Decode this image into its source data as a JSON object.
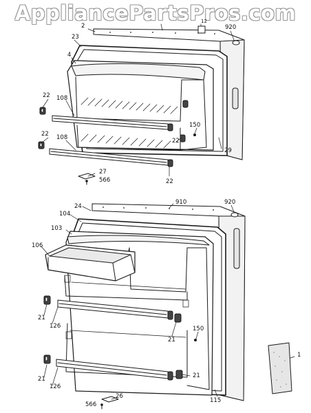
{
  "watermark": "AppliancePartsPros.com",
  "callouts": {
    "top": [
      "2",
      "920",
      "12",
      "23",
      "4",
      "22",
      "108",
      "22",
      "108",
      "150",
      "22",
      "29",
      "27",
      "566",
      "22"
    ],
    "bottom": [
      "910",
      "920",
      "24",
      "104",
      "103",
      "106",
      "21",
      "126",
      "150",
      "21",
      "21",
      "126",
      "21",
      "1",
      "115",
      "26",
      "566"
    ]
  },
  "colors": {
    "line": "#1a1a1a",
    "fill": "#ffffff",
    "shade": "#d9d9d9",
    "dark": "#555555"
  }
}
